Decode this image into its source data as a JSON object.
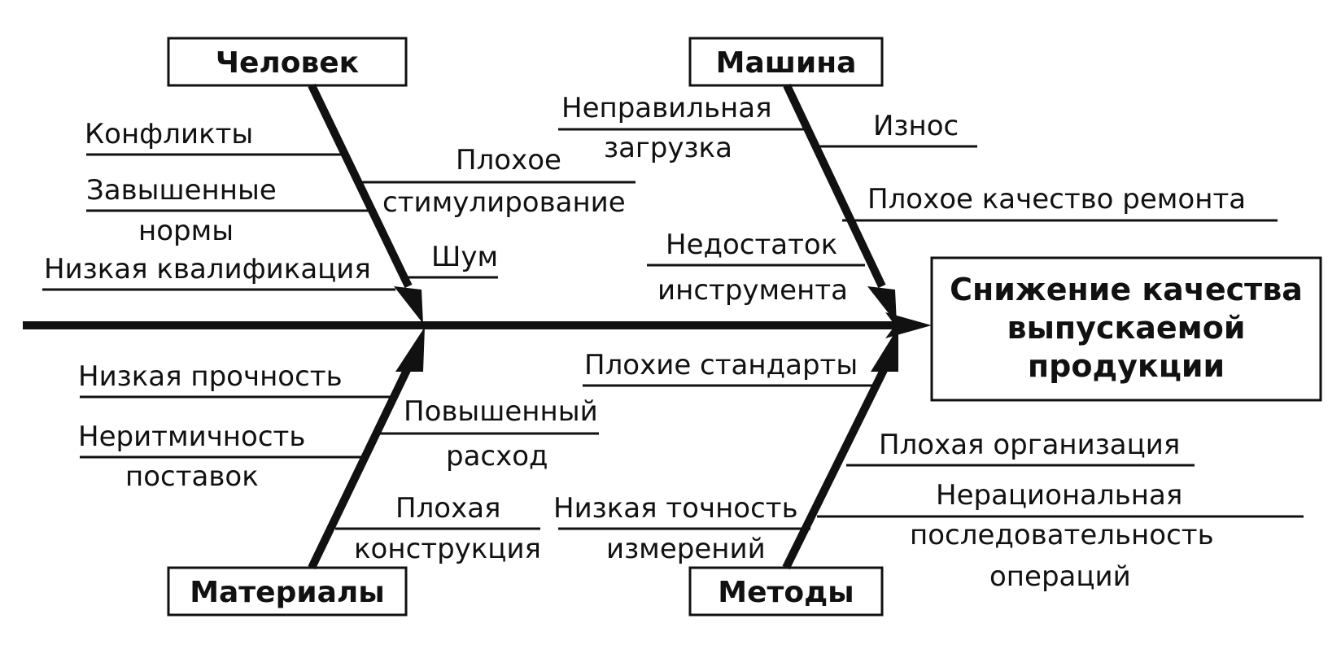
{
  "effect": [
    "Снижение качества",
    "выпускаемой",
    "продукции"
  ],
  "categories": {
    "person": "Человек",
    "machine": "Машина",
    "materials": "Материалы",
    "methods": "Методы"
  },
  "causes": {
    "person": {
      "conflicts": [
        "Конфликты"
      ],
      "high_norms": [
        "Завышенные",
        "нормы"
      ],
      "low_qualification": [
        "Низкая квалификация"
      ],
      "poor_stimulation": [
        "Плохое",
        "стимулирование"
      ],
      "noise": [
        "Шум"
      ]
    },
    "machine": {
      "wrong_loading": [
        "Неправильная",
        "загрузка"
      ],
      "wear": [
        "Износ"
      ],
      "poor_repair": [
        "Плохое качество ремонта"
      ],
      "tool_shortage": [
        "Недостаток",
        "инструмента"
      ]
    },
    "materials": {
      "low_strength": [
        "Низкая прочность"
      ],
      "irregular_supply": [
        "Неритмичность",
        "поставок"
      ],
      "increased_consumption": [
        "Повышенный",
        "расход"
      ],
      "poor_design": [
        "Плохая",
        "конструкция"
      ]
    },
    "methods": {
      "poor_standards": [
        "Плохие стандарты"
      ],
      "poor_organization": [
        "Плохая организация"
      ],
      "irrational_sequence": [
        "Нерациональная",
        "последовательность",
        "операций"
      ],
      "low_precision": [
        "Низкая точность",
        "измерений"
      ]
    }
  }
}
